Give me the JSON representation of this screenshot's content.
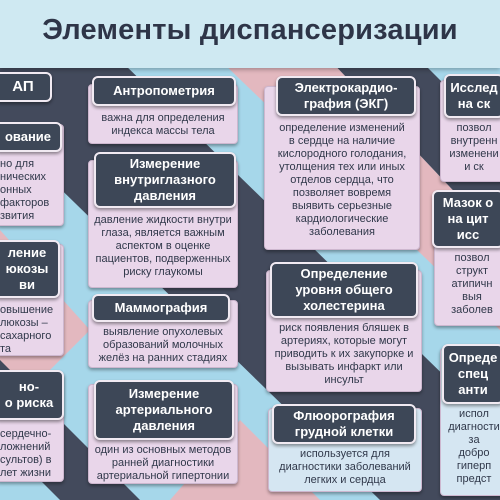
{
  "title": "Элементы диспансеризации",
  "colors": {
    "header_bg": "#3d4757",
    "card_pink": "#e9d6ea",
    "card_blue": "#d5e6f2",
    "title_bar": "#cfe9f2",
    "text": "#30384a"
  },
  "cards": {
    "ap": {
      "title": "АП"
    },
    "left1": {
      "title": "ование",
      "text": "но для\nнических\nонных\nфакторов\nзвития"
    },
    "left2": {
      "title": "ление\nюкозы\nви",
      "text": "овышение\nлюкозы –\nсахарного\nта"
    },
    "left3": {
      "title": "но-\nо риска",
      "text": "сердечно-\nложнений\nсультов) в\nлет жизни"
    },
    "anthropometry": {
      "title": "Антропометрия",
      "text": "важна для определения\nиндекса массы тела"
    },
    "eye_pressure": {
      "title": "Измерение\nвнутриглазного\nдавления",
      "text": "давление жидкости внутри\nглаза, является важным\nаспектом в оценке\nпациентов, подверженных\nриску глаукомы"
    },
    "mammography": {
      "title": "Маммография",
      "text": "выявление опухолевых\nобразований молочных\nжелёз на ранних стадиях"
    },
    "blood_pressure": {
      "title": "Измерение\nартериального\nдавления",
      "text": "один из основных методов\nранней диагностики\nартериальной гипертонии"
    },
    "ecg": {
      "title": "Электрокардио-\nграфия (ЭКГ)",
      "text": "определение изменений\nв сердце на наличие\nкислородного голодания,\nутолщения тех или иных\nотделов сердца, что\nпозволяет вовремя\nвыявить серьезные\nкардиологические\nзаболевания"
    },
    "cholesterol": {
      "title": "Определение\nуровня общего\nхолестерина",
      "text": "риск появления бляшек в\nартериях, которые могут\nприводить к их закупорке и\nвызывать инфаркт или\nинсульт"
    },
    "fluorography": {
      "title": "Флюорография\nгрудной клетки",
      "text": "используется для\nдиагностики заболеваний\nлегких и сердца"
    },
    "right1": {
      "title": "Исслед\nна ск",
      "text": "позвол\nвнутренн\nизменени\nи ск"
    },
    "right2": {
      "title": "Мазок о\nна цит\nисс",
      "text": "позвол\nструкт\nатипичн\nвыя\nзаболев"
    },
    "right3": {
      "title": "Опреде\nспец\nанти",
      "text": "испол\nдиагности\nза\nдобро\nгиперп\nпредст"
    }
  }
}
